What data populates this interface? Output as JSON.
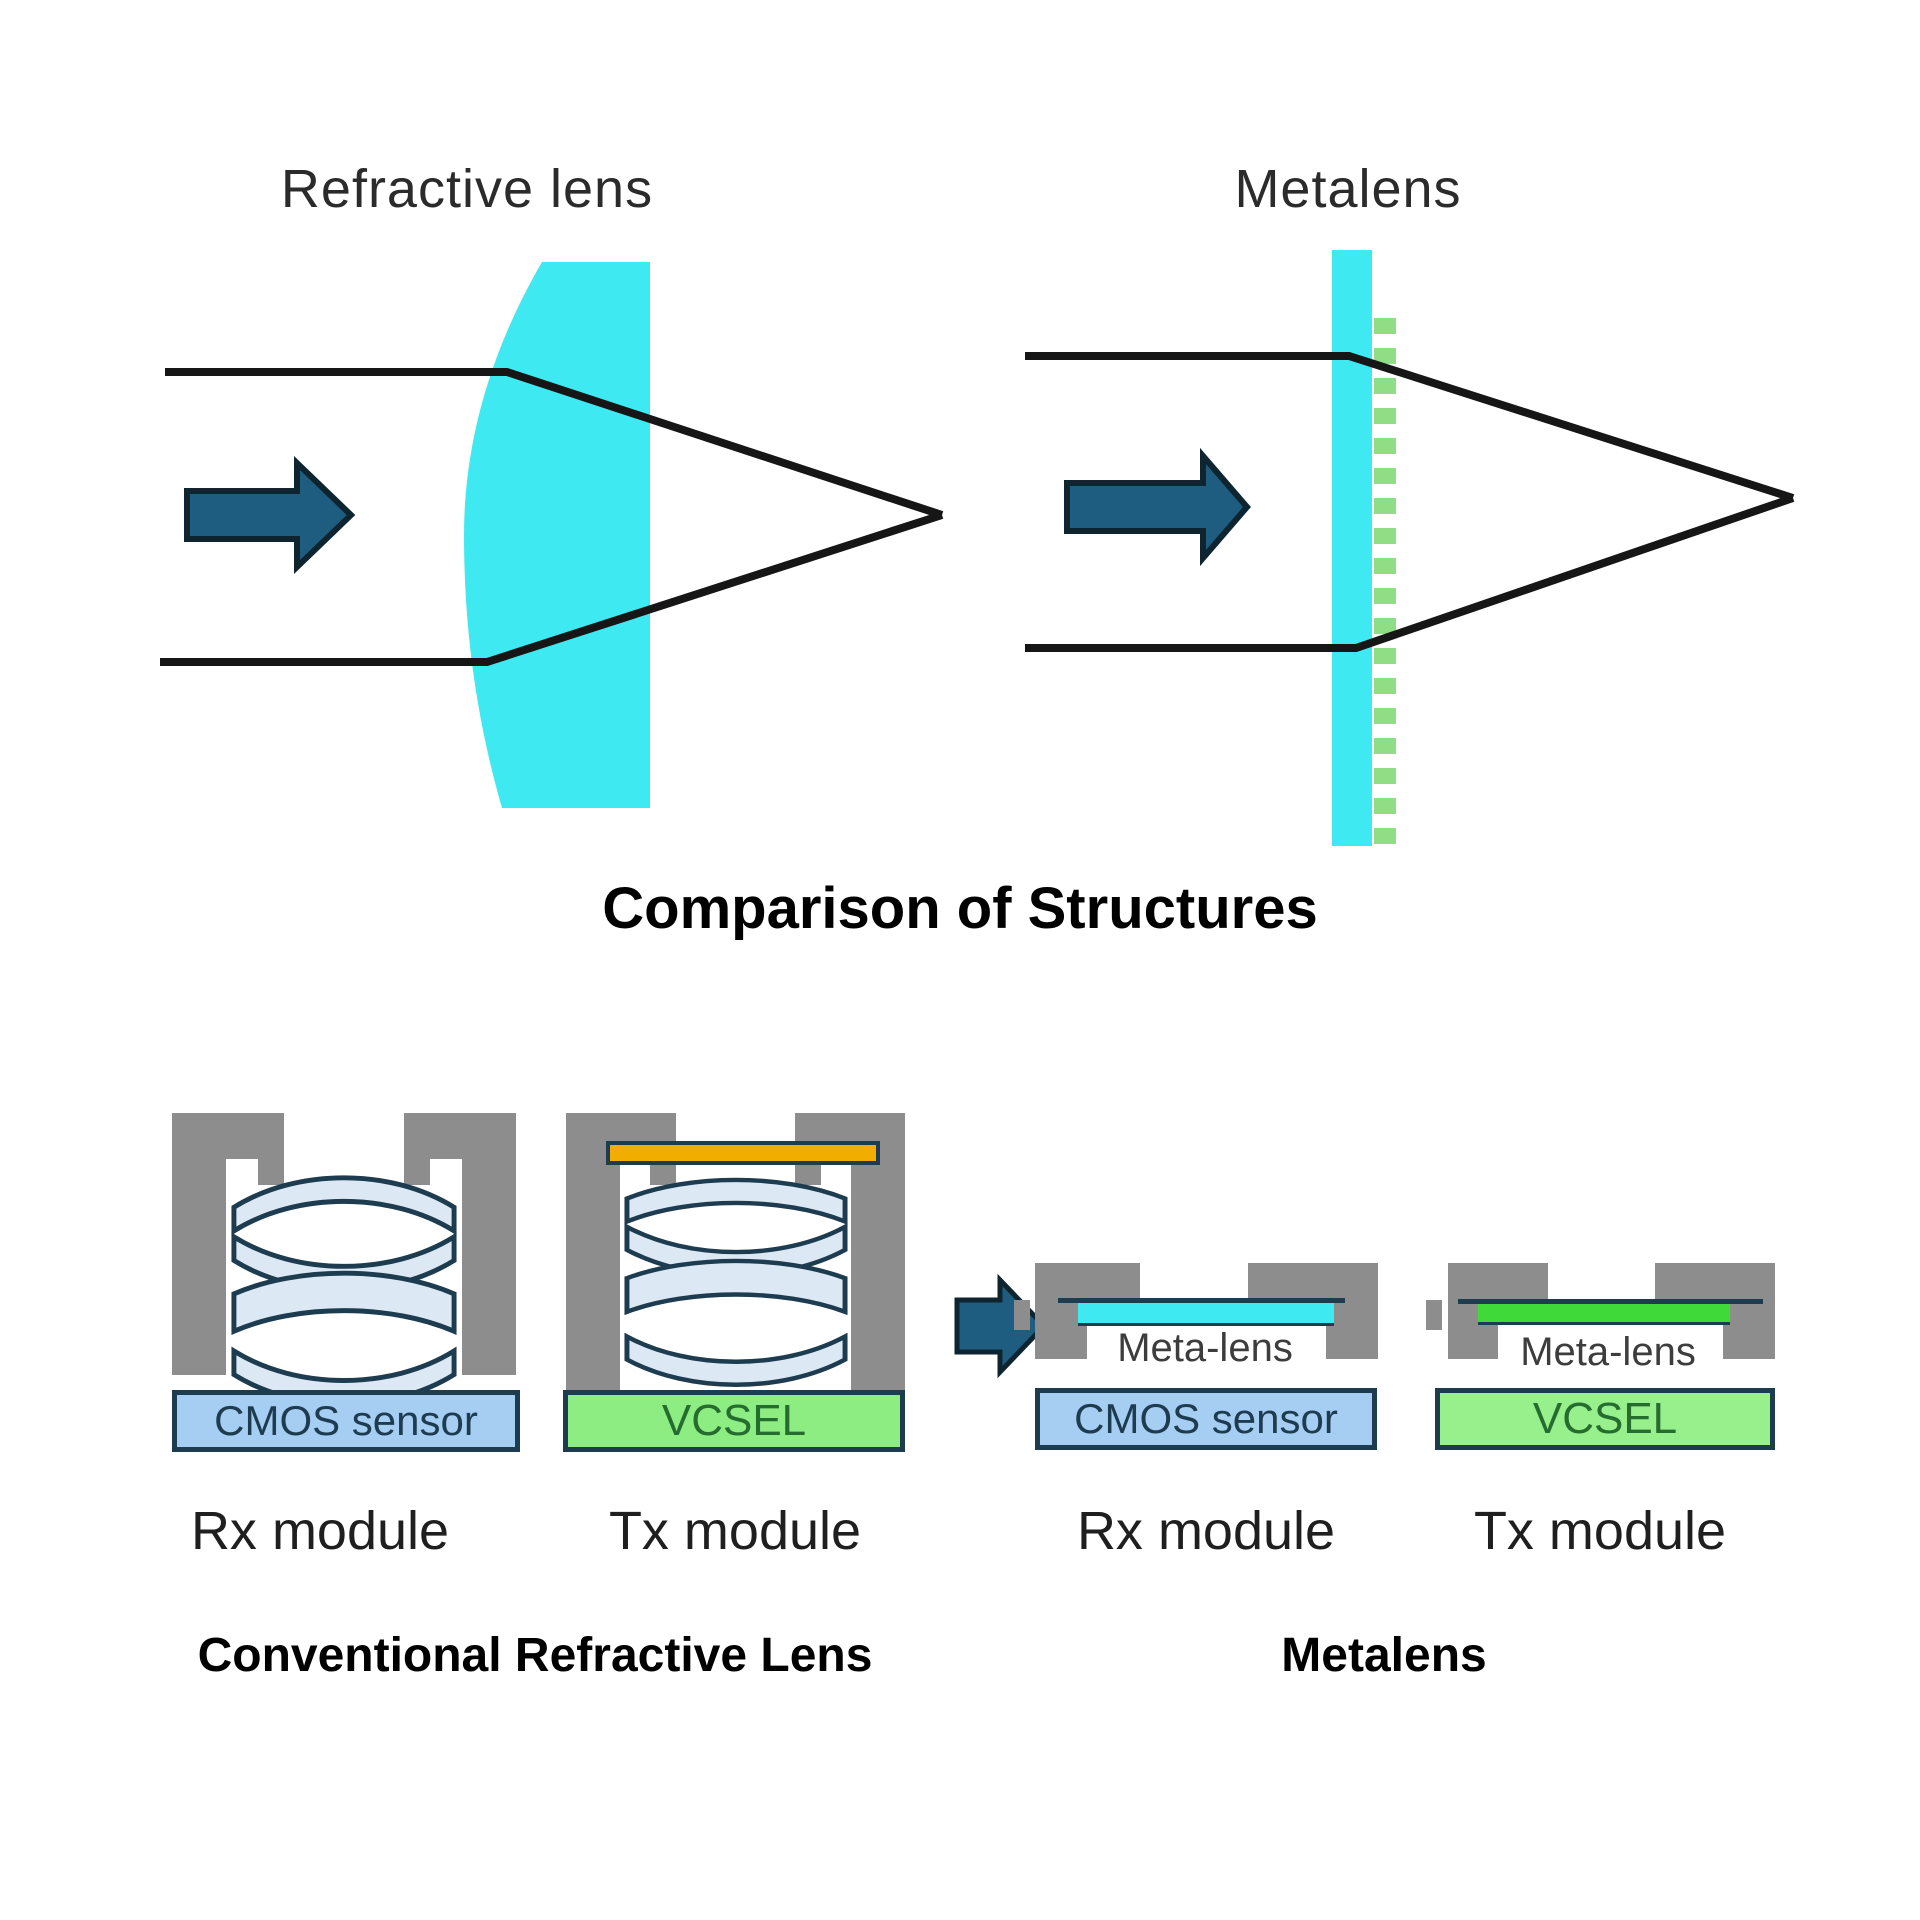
{
  "top": {
    "left_title": "Refractive lens",
    "right_title": "Metalens",
    "caption": "Comparison of Structures"
  },
  "bottom": {
    "conventional": {
      "caption": "Conventional Refractive Lens",
      "rx": {
        "box": "CMOS sensor",
        "label": "Rx module"
      },
      "tx": {
        "box": "VCSEL",
        "label": "Tx module"
      }
    },
    "metalens": {
      "caption": "Metalens",
      "rx": {
        "lens": "Meta-lens",
        "box": "CMOS sensor",
        "label": "Rx module"
      },
      "tx": {
        "lens": "Meta-lens",
        "box": "VCSEL",
        "label": "Tx module"
      }
    }
  },
  "colors": {
    "cyan": "#3fe9f2",
    "arrow": "#1e5d80",
    "arrow-stroke": "#0e2530",
    "line": "#161616",
    "gray": "#8d8d8d",
    "lens-fill": "#dce9f5",
    "lens-stroke": "#1d3c50",
    "orange": "#f2ae00",
    "cmos-fill": "#a6cef2",
    "vcsel-fill": "#8ded83",
    "vcsel-fill-light": "#97f08c",
    "meta-green": "#3fd93a",
    "dash-green": "#8fdd85",
    "label-dark": "#1d3c50",
    "vcsel-text": "#256d2f",
    "meta-label": "#3d3d3d",
    "text": "#1a1a1a"
  }
}
